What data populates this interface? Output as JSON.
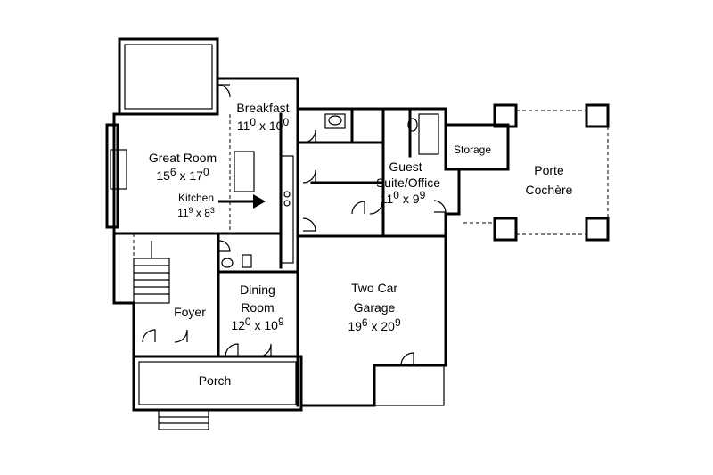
{
  "rooms": {
    "breakfast": {
      "name": "Breakfast",
      "w": "11",
      "ws": "0",
      "h": "10",
      "hs": "0"
    },
    "great_room": {
      "name": "Great Room",
      "w": "15",
      "ws": "6",
      "h": "17",
      "hs": "0"
    },
    "kitchen": {
      "name": "Kitchen",
      "w": "11",
      "ws": "9",
      "h": "8",
      "hs": "3"
    },
    "guest": {
      "name1": "Guest",
      "name2": "Suite/Office",
      "w": "11",
      "ws": "0",
      "h": "9",
      "hs": "9"
    },
    "storage": {
      "name": "Storage"
    },
    "porte": {
      "name1": "Porte",
      "name2": "Cochère"
    },
    "foyer": {
      "name": "Foyer"
    },
    "dining": {
      "name1": "Dining",
      "name2": "Room",
      "w": "12",
      "ws": "0",
      "h": "10",
      "hs": "9"
    },
    "garage": {
      "name1": "Two Car",
      "name2": "Garage",
      "w": "19",
      "ws": "6",
      "h": "20",
      "hs": "9"
    },
    "porch": {
      "name": "Porch"
    }
  },
  "separator": "x"
}
